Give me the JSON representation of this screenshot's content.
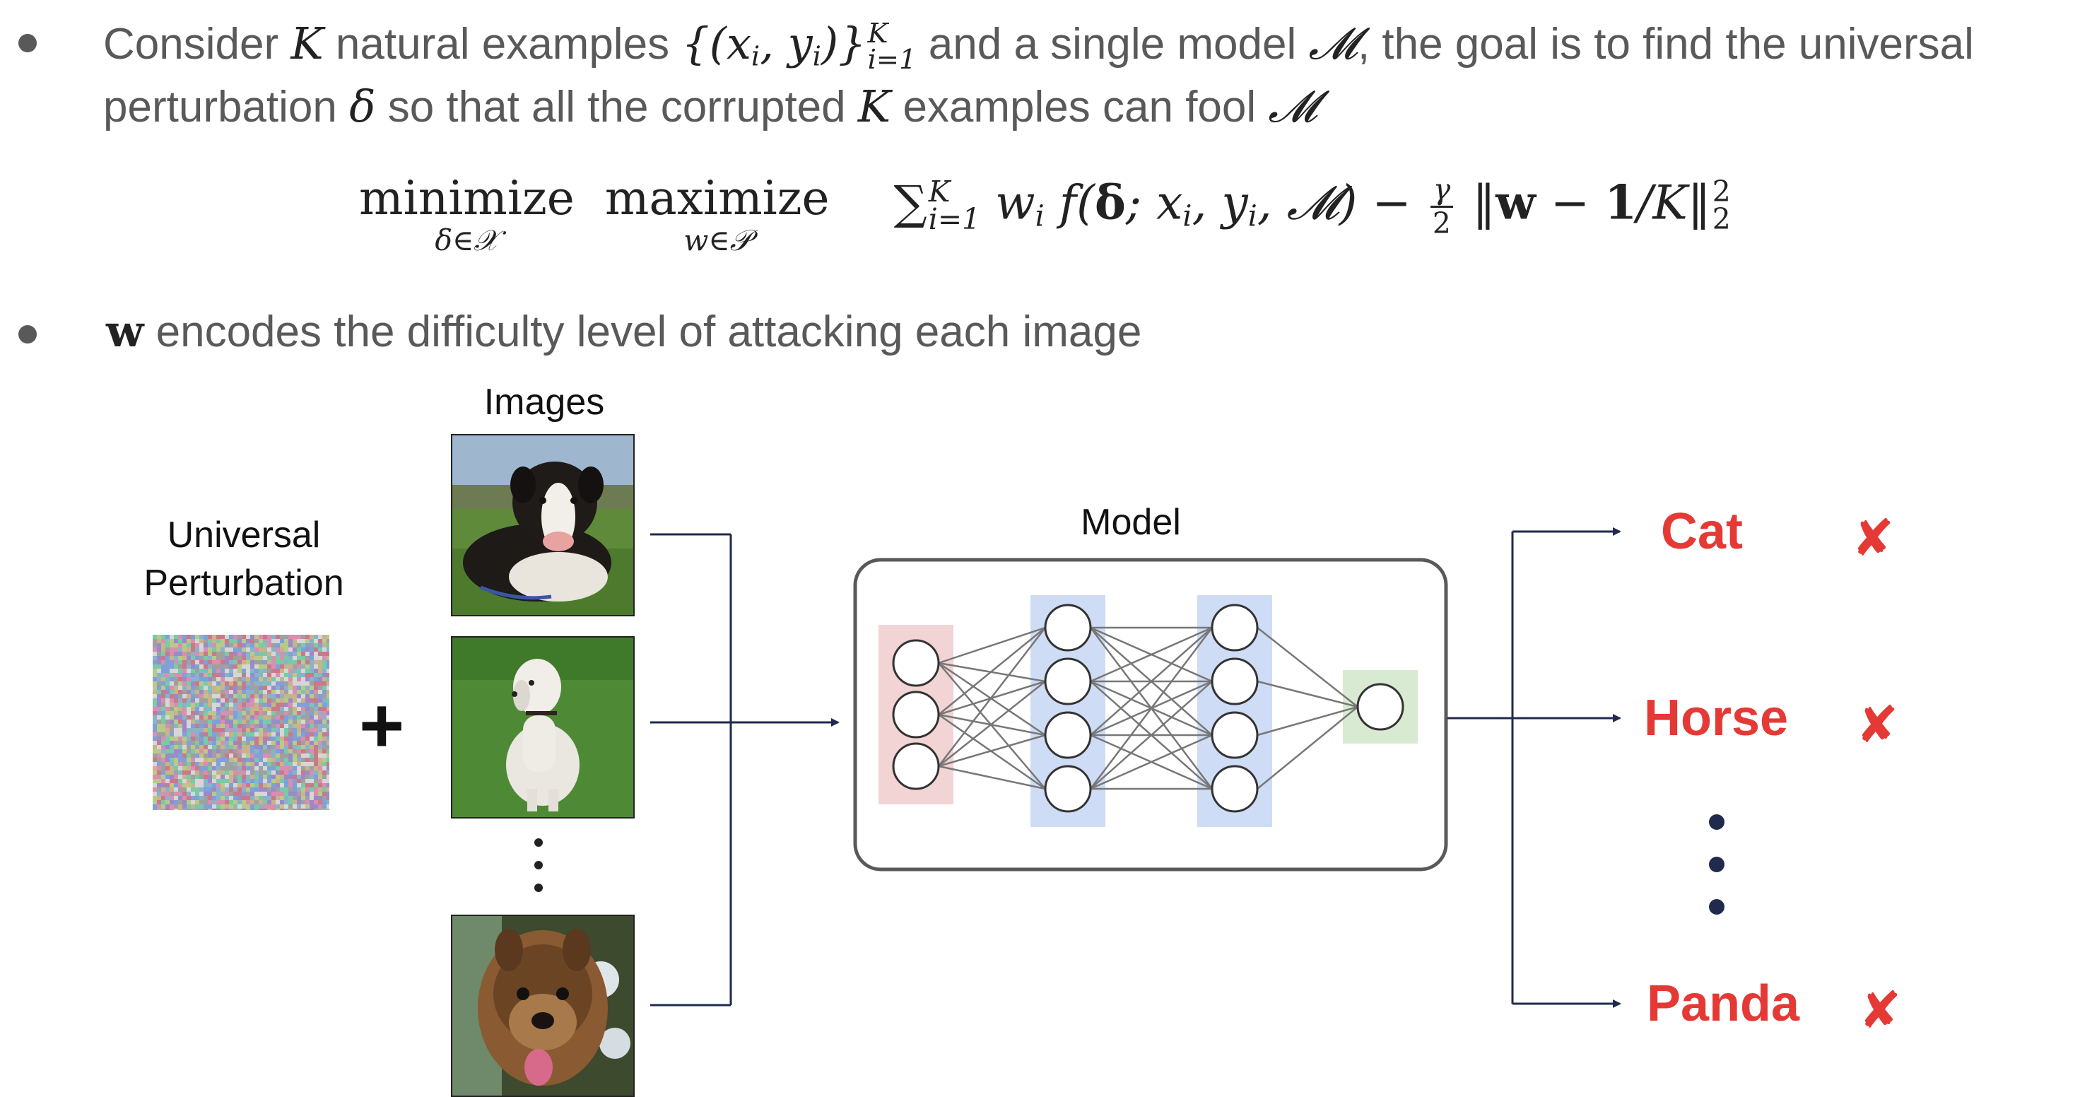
{
  "bullets": [
    {
      "line1_prefix": "Consider",
      "var_K": "K",
      "line1_mid": "natural examples",
      "set_expr": "{(x",
      "set_sub_i": "i",
      "set_comma": ", y",
      "set_sub_i2": "i",
      "set_close": ")}",
      "set_sup": "K",
      "set_lower": "i=1",
      "line1_mid2": "and a single model",
      "var_M": "𝓜",
      "line1_suffix": ", the goal is to find the universal",
      "line2_prefix": "perturbation",
      "var_delta": "δ",
      "line2_mid": "so that all the corrupted",
      "var_K2": "K",
      "line2_mid2": "examples can fool",
      "var_M2": "𝓜"
    },
    {
      "var_w": "w",
      "text": "encodes the difficulty level of attacking each image"
    }
  ],
  "formula": {
    "op1_word": "minimize",
    "op1_under": "δ∈𝒳",
    "op2_word": "maximize",
    "op2_under": "w∈𝒫",
    "sum_sym": "∑",
    "sum_sup": "K",
    "sum_sub": "i=1",
    "term": "w",
    "term_sub": "i",
    "func": "f(",
    "delta": "δ",
    "args": "; x",
    "args_sub": "i",
    "args2": ", y",
    "args2_sub": "i",
    "args3": ", 𝓜) −",
    "frac_num": "γ",
    "frac_den": "2",
    "norm_open": "‖",
    "norm_w": "w",
    "norm_minus": " − ",
    "norm_one": "1",
    "norm_rest": "/K‖",
    "norm_sup": "2",
    "norm_sub": "2"
  },
  "diagram": {
    "universal_label_line1": "Universal",
    "universal_label_line2": "Perturbation",
    "plus": "+",
    "images_label": "Images",
    "model_label": "Model",
    "outputs": [
      {
        "label": "Cat",
        "mark": "✘"
      },
      {
        "label": "Horse",
        "mark": "✘"
      },
      {
        "label": "Panda",
        "mark": "✘"
      }
    ]
  },
  "colors": {
    "text_gray": "#595959",
    "output_red": "#e53935",
    "arrow_navy": "#1f2a4d",
    "input_layer": "#f2d4d4",
    "hidden_layer": "#cfdcf5",
    "output_layer": "#d9ead3"
  }
}
